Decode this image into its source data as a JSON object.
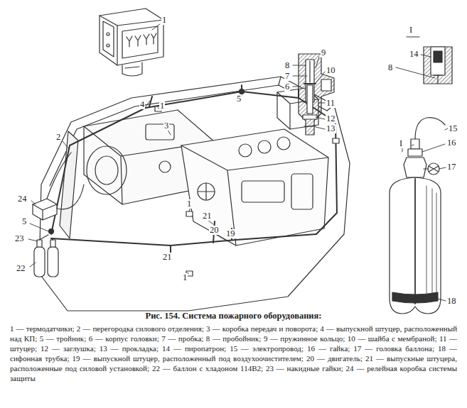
{
  "diagram": {
    "caption": "Рис. 154. Система пожарного оборудования:",
    "labels": [
      "1",
      "4",
      "1",
      "5",
      "3",
      "2",
      "24",
      "5",
      "23",
      "22",
      "1",
      "21",
      "20",
      "19",
      "21",
      "1",
      "8",
      "9",
      "7",
      "10",
      "6",
      "11",
      "12",
      "13",
      "I",
      "14",
      "8",
      "15",
      "16",
      "I",
      "17",
      "18",
      "1 — термодатчики;",
      "2 — перегородка силового отделения;",
      "3 — коробка передач и поворота;",
      "4 — выпускной штуцер, расположенный над КП;",
      "5 — тройник;",
      "6 — корпус головки;",
      "7 — пробка;",
      "8 — пробойник;",
      "9 — пружинное кольцо;",
      "10 — шайба с мембраной;",
      "11 — штуцер;",
      "12 — заглушка;",
      "13 — прокладка;",
      "14 — пиропатрон;",
      "15 — электропровод;",
      "16 — гайка;",
      "17 — головка баллона;",
      "18 — сифонная трубка;",
      "19 — выпускной штуцер, расположенный под воздухоочистителем;",
      "20 — двигатель;",
      "21 — выпускные штуцера, расположенные под силовой установкой;",
      "22 — баллон с хладоном 114В2;",
      "23 — накидные гайки;",
      "24 — релейная коробка системы защиты"
    ]
  }
}
